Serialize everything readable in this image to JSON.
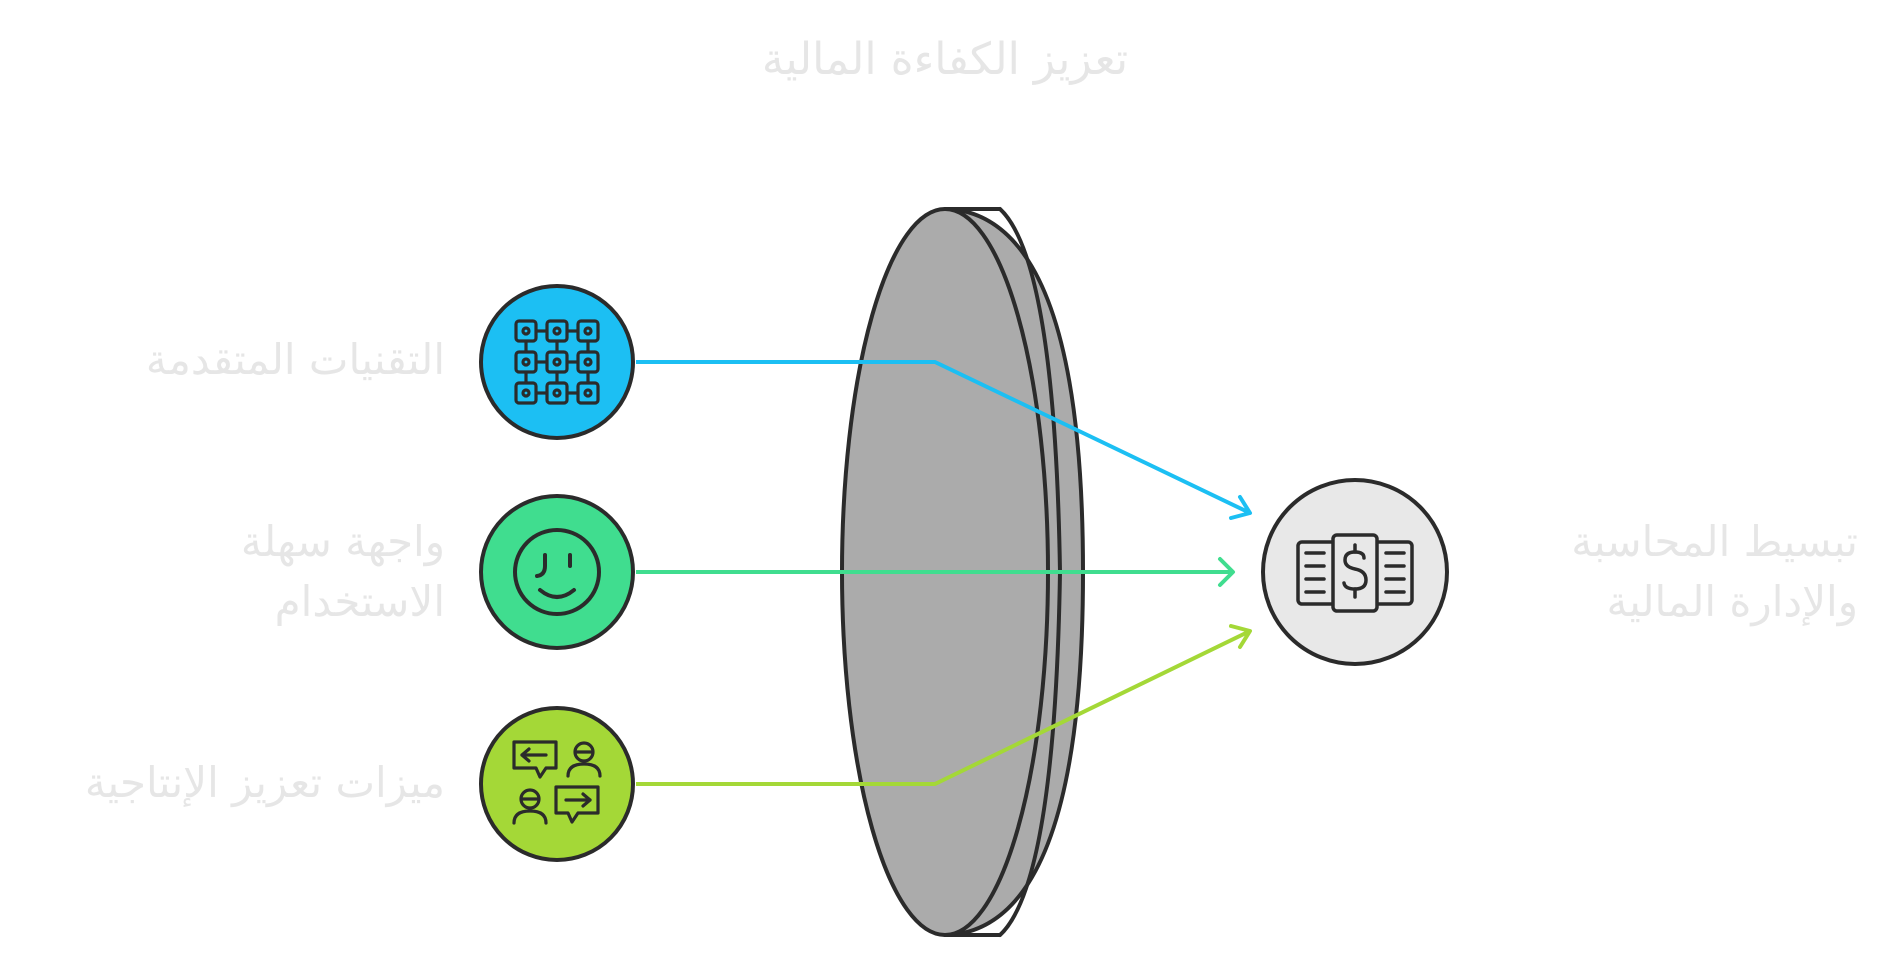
{
  "title": "تعزيز الكفاءة المالية",
  "inputs": [
    {
      "label": "التقنيات المتقدمة",
      "color": "#1cbff3",
      "icon": "grid-network-icon"
    },
    {
      "label_line1": "واجهة سهلة",
      "label_line2": "الاستخدام",
      "color": "#40dd8f",
      "icon": "smiley-face-icon"
    },
    {
      "label": "ميزات تعزيز الإنتاجية",
      "color": "#a4d837",
      "icon": "team-chat-icon"
    }
  ],
  "lens": {
    "fill": "#ababab",
    "stroke": "#2b2b2b"
  },
  "output": {
    "label_line1": "تبسيط المحاسبة",
    "label_line2": "والإدارة المالية",
    "icon": "dollar-bills-icon",
    "fill": "#e8e8e8"
  },
  "label_color": "#e6e6e6"
}
